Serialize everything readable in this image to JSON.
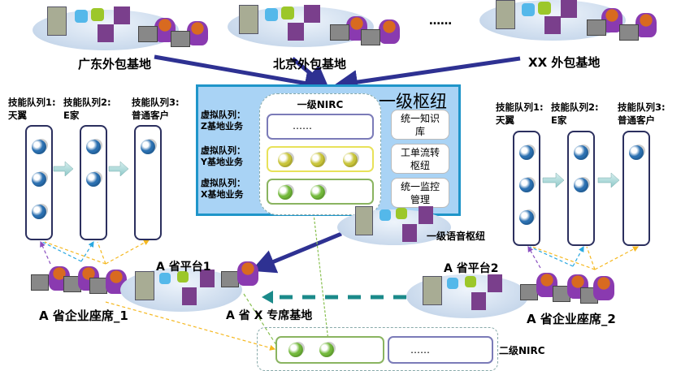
{
  "top_bases": [
    {
      "label": "广东外包基地"
    },
    {
      "label": "北京外包基地"
    },
    {
      "label": "XX 外包基地"
    }
  ],
  "top_ellipsis": "……",
  "hub": {
    "title": "一级枢纽",
    "nirc_title": "一级NIRC",
    "virtual_queues": [
      {
        "label_line1": "虚拟队列：",
        "label_line2": "Z基地业务",
        "content": "……",
        "agents": 0,
        "agent_color": "none",
        "border_color": "#7b7bb8"
      },
      {
        "label_line1": "虚拟队列：",
        "label_line2": "Y基地业务",
        "content": "",
        "agents": 3,
        "agent_color": "#c8c43a",
        "border_color": "#e8e25a"
      },
      {
        "label_line1": "虚拟队列：",
        "label_line2": "X基地业务",
        "content": "",
        "agents": 2,
        "agent_color": "#72b83a",
        "border_color": "#8ab460"
      }
    ],
    "services": [
      {
        "line1": "统一知识",
        "line2": "库"
      },
      {
        "line1": "工单流转",
        "line2": "枢纽"
      },
      {
        "line1": "统一监控",
        "line2": "管理"
      }
    ],
    "voice_hub_label": "一级语音枢纽"
  },
  "skill_queues_left": [
    {
      "line1": "技能队列1:",
      "line2": "天翼",
      "agents": 3
    },
    {
      "line1": "技能队列2:",
      "line2": "E家",
      "agents": 2
    },
    {
      "line1": "技能队列3:",
      "line2": "普通客户",
      "agents": 1
    }
  ],
  "skill_queues_right": [
    {
      "line1": "技能队列1:",
      "line2": "天翼",
      "agents": 3
    },
    {
      "line1": "技能队列2:",
      "line2": "E家",
      "agents": 2
    },
    {
      "line1": "技能队列3:",
      "line2": "普通客户",
      "agents": 1
    }
  ],
  "bottom": {
    "platform1": "A 省平台1",
    "platform2": "A 省平台2",
    "enterprise1": "A 省企业座席_1",
    "enterprise2": "A 省企业座席_2",
    "x_base": "A 省 X 专席基地"
  },
  "nirc2": {
    "label": "二级NIRC",
    "queues": [
      {
        "content": "",
        "agents": 2,
        "agent_color": "#72b83a",
        "border_color": "#8ab460"
      },
      {
        "content": "……",
        "agents": 0,
        "agent_color": "none",
        "border_color": "#7b7bb8"
      }
    ]
  },
  "colors": {
    "hub_fill": "#a9d3f5",
    "hub_border": "#1f95c9",
    "main_arrow": "#2e3192",
    "teal_arrow": "#1b8a8a",
    "agent_blue": "#2a6fb0",
    "dashed_purple": "#8a4fc0",
    "dashed_cyan": "#2aa8e0",
    "dashed_orange": "#f5b820",
    "dashed_green": "#88c050"
  }
}
